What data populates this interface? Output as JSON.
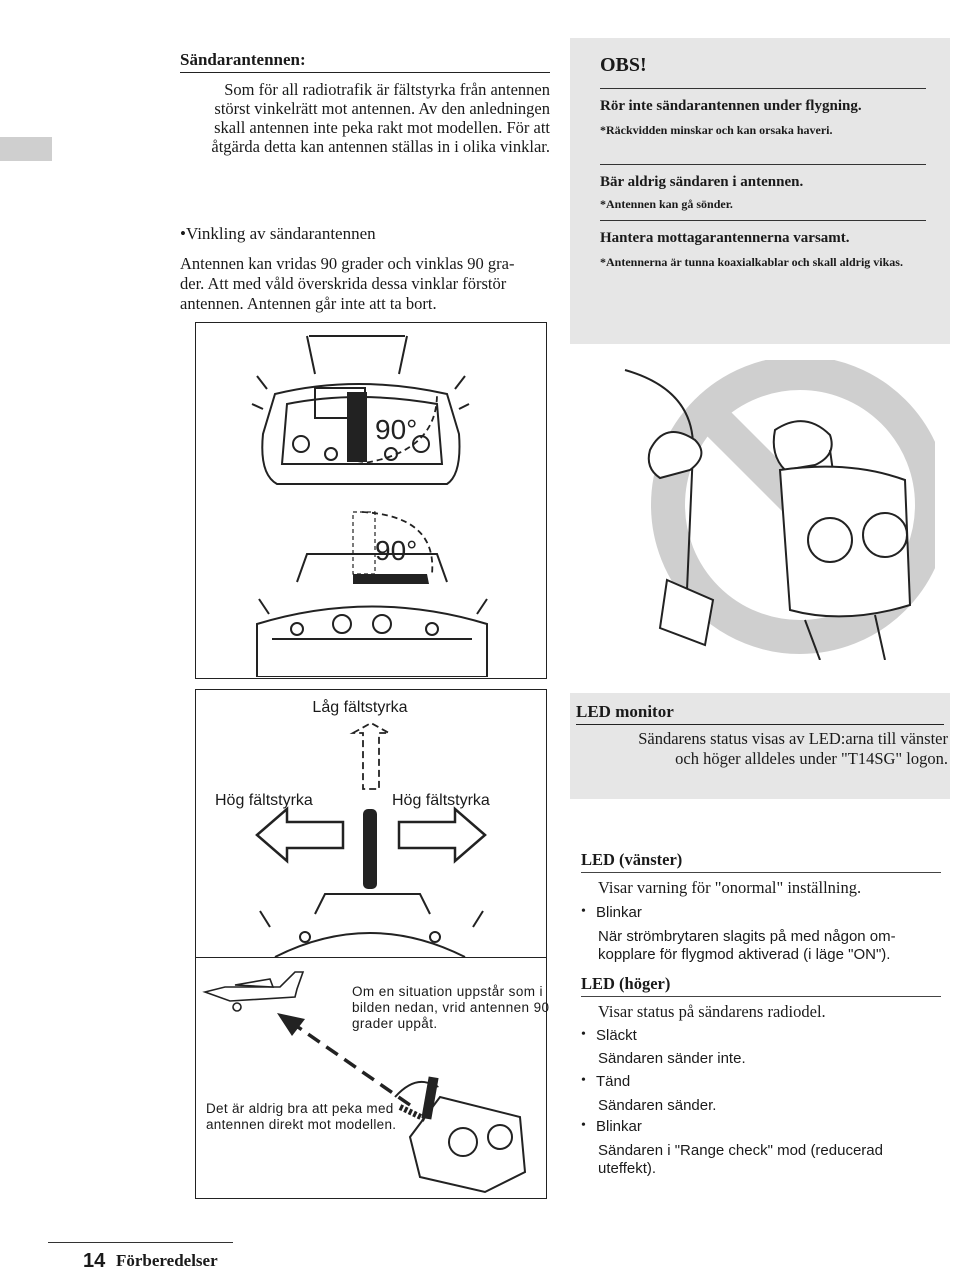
{
  "section_antenna": {
    "title": "Sändarantennen:",
    "body_lines": [
      "Som för all radiotrafik är fältstyrka från antennen",
      "störst vinkelrätt mot antennen. Av den anledningen",
      "skall antennen inte peka rakt mot modellen. För att",
      "åtgärda detta kan antennen ställas in i olika vinklar."
    ],
    "subtitle": "•Vinkling av sändarantennen",
    "sub_lines": [
      "Antennen kan vridas 90 grader och vinklas 90 gra-",
      "der. Att med våld överskrida dessa vinklar förstör",
      "antennen. Antennen går inte att ta bort."
    ]
  },
  "obs": {
    "title": "OBS!",
    "items": [
      {
        "heading": "Rör inte sändarantennen under flygning.",
        "note": "*Räckvidden minskar och kan orsaka haveri."
      },
      {
        "heading": "Bär aldrig sändaren i antennen.",
        "note": "*Antennen kan gå sönder."
      },
      {
        "heading": "Hantera mottagarantennerna varsamt.",
        "note": "*Antennerna är tunna koaxialkablar och skall aldrig vikas."
      }
    ]
  },
  "figure_angles": {
    "top_label": "90°",
    "bottom_label": "90°"
  },
  "figure_field": {
    "low": "Låg fältstyrka",
    "high_left": "Hög fältstyrka",
    "high_right": "Hög fältstyrka"
  },
  "figure_situation": {
    "caption_right": "Om en situation uppstår som i bilden nedan, vrid antennen 90 grader uppåt.",
    "caption_left": "Det är aldrig bra att peka med antennen direkt mot modellen."
  },
  "led_monitor": {
    "title": "LED monitor",
    "desc_lines": [
      "Sändarens status visas av LED:arna till vänster",
      "och höger alldeles under \"T14SG\" logon."
    ]
  },
  "led_left": {
    "title": "LED (vänster)",
    "desc": "Visar varning för \"onormal\" inställning.",
    "bullet": "Blinkar",
    "bullet_desc_lines": [
      "När strömbrytaren slagits på med någon om-",
      "kopplare för flygmod aktiverad (i läge \"ON\")."
    ]
  },
  "led_right": {
    "title": "LED (höger)",
    "desc": "Visar status på sändarens radiodel.",
    "items": [
      {
        "label": "Släckt",
        "desc_lines": [
          "Sändaren sänder inte."
        ]
      },
      {
        "label": "Tänd",
        "desc_lines": [
          "Sändaren sänder."
        ]
      },
      {
        "label": "Blinkar",
        "desc_lines": [
          "Sändaren i \"Range check\" mod (reducerad",
          "uteffekt)."
        ]
      }
    ]
  },
  "footer": {
    "page_number": "14",
    "chapter": "Förberedelser"
  },
  "colors": {
    "box_gray": "#e6e6e6",
    "prohibit_gray": "#cfcfcf",
    "text": "#1a1a1a"
  }
}
